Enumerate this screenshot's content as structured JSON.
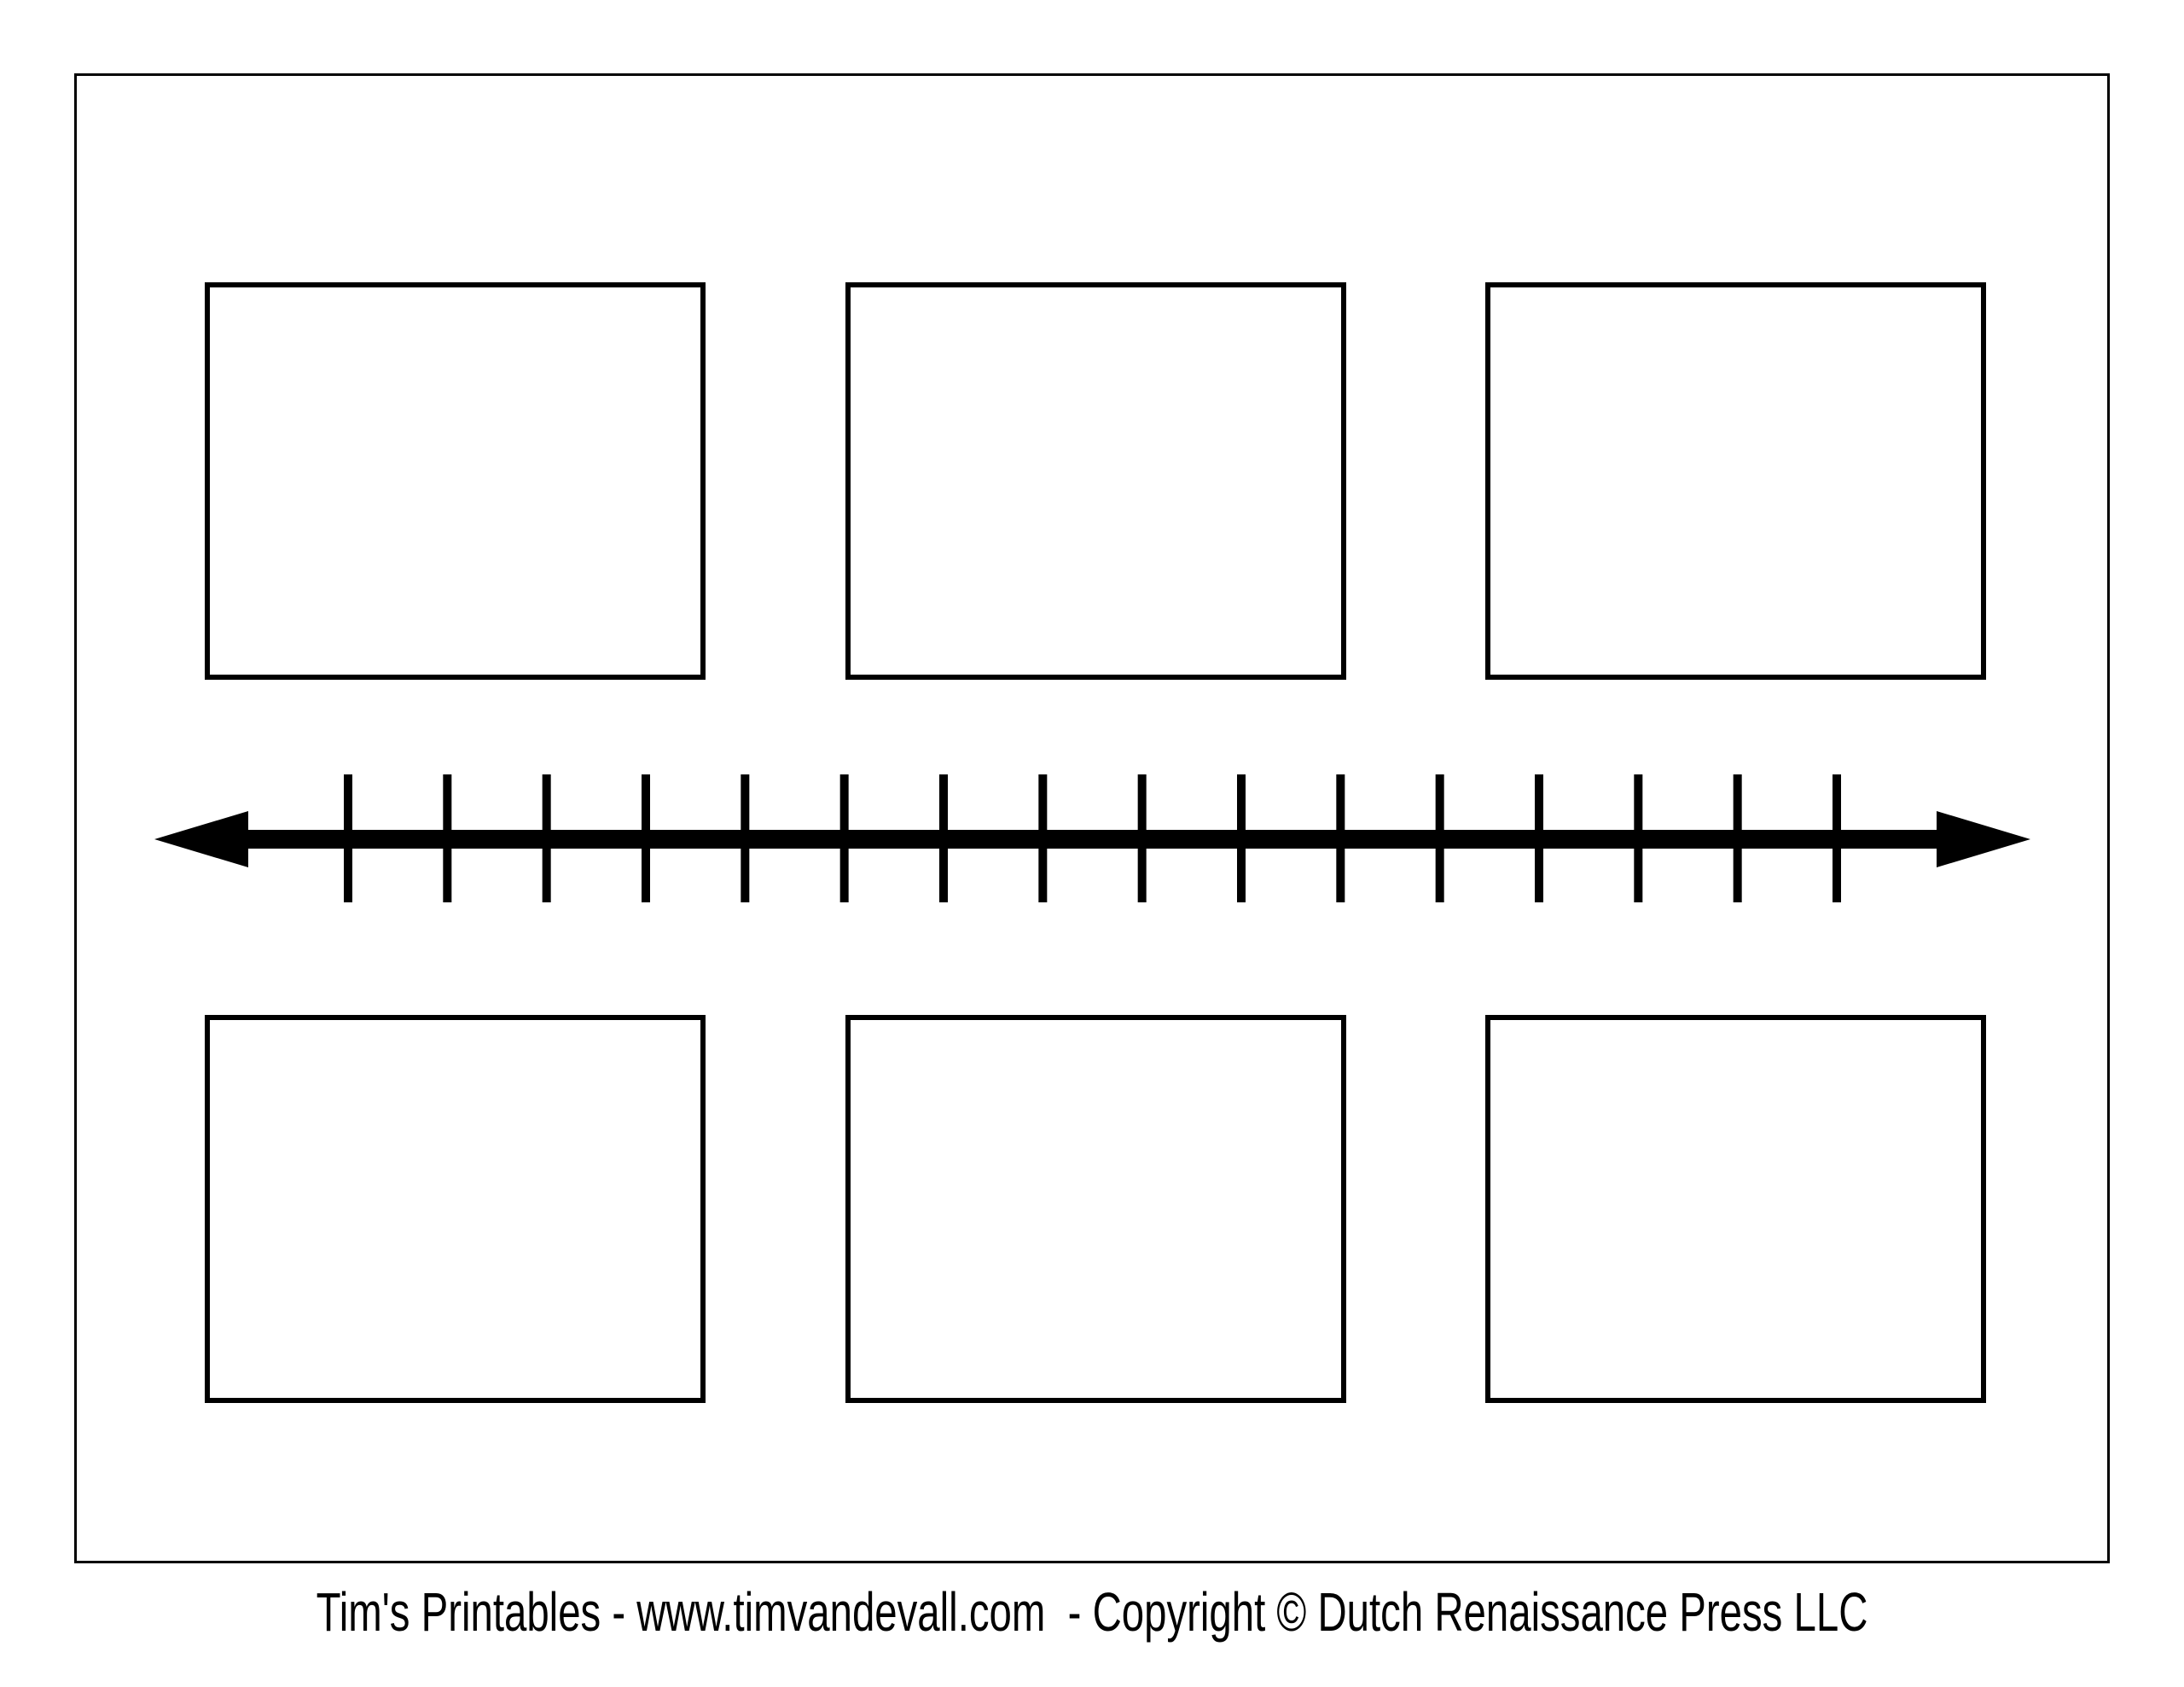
{
  "page": {
    "background": "#ffffff",
    "ink_color": "#000000",
    "footer": {
      "credit_line": "Tim's Printables - www.timvandevall.com  - Copyright © Dutch Renaissance Press LLC"
    }
  },
  "timeline": {
    "type": "blank-timeline-template",
    "arrow_direction": "double-headed",
    "tick_count": 16,
    "event_boxes": {
      "top_row_count": 3,
      "bottom_row_count": 3,
      "contents": [
        "",
        "",
        "",
        "",
        "",
        ""
      ]
    }
  }
}
